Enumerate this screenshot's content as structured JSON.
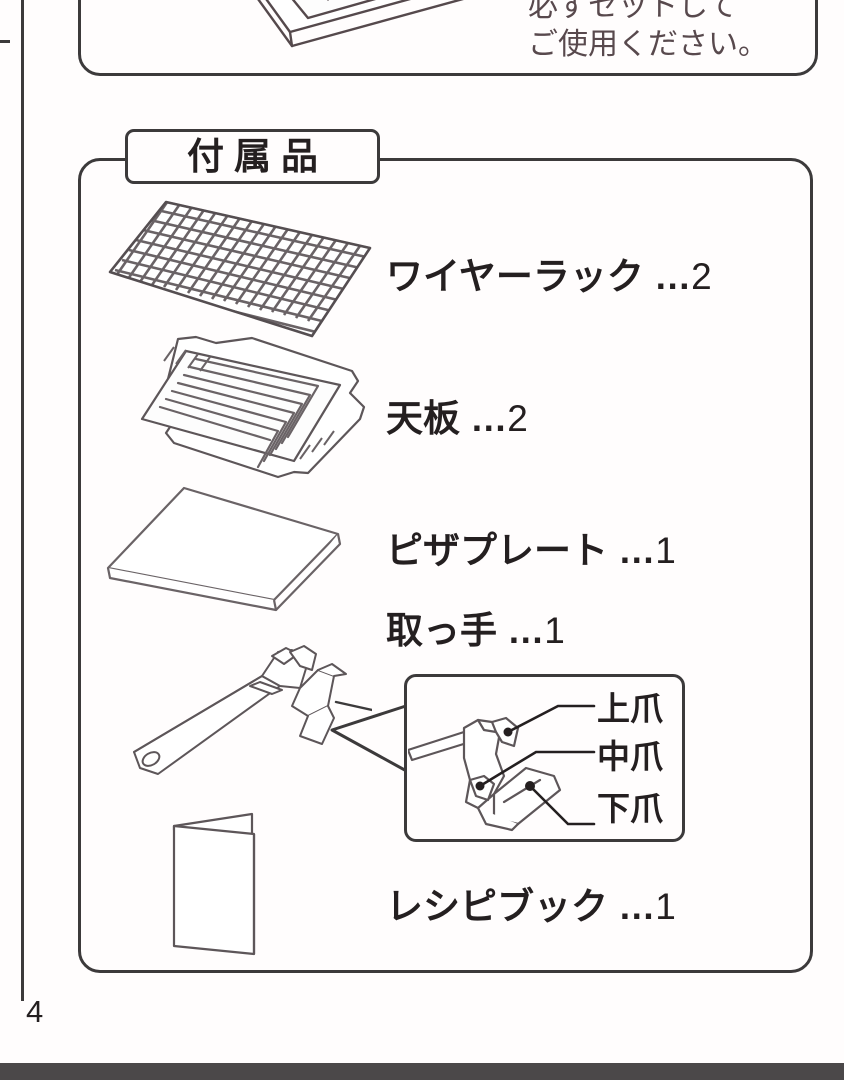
{
  "page": {
    "number": "4"
  },
  "top_panel": {
    "caption": "必ずセットして\nご使用ください。",
    "illustration": "oven-tray-partial-illustration"
  },
  "section": {
    "title": "付属品"
  },
  "accessories": [
    {
      "name": "ワイヤーラック",
      "dots": "…",
      "quantity": "2",
      "illustration": "wire-rack-illustration"
    },
    {
      "name": "天板",
      "dots": "…",
      "quantity": "2",
      "illustration": "baking-tray-illustration"
    },
    {
      "name": "ピザプレート",
      "dots": "…",
      "quantity": "1",
      "illustration": "pizza-plate-illustration"
    },
    {
      "name": "取っ手",
      "dots": "…",
      "quantity": "1",
      "illustration": "handle-tool-illustration"
    },
    {
      "name": "レシピブック",
      "dots": "…",
      "quantity": "1",
      "illustration": "recipe-book-illustration"
    }
  ],
  "callout": {
    "illustration": "handle-claw-detail-illustration",
    "labels": [
      {
        "text": "上爪"
      },
      {
        "text": "中爪"
      },
      {
        "text": "下爪"
      }
    ]
  },
  "colors": {
    "ink": "#241f20",
    "line": "#3c3a3b",
    "caption_ink": "#58494d",
    "paper": "#fffdfd",
    "scan_bar": "#4b4849"
  }
}
